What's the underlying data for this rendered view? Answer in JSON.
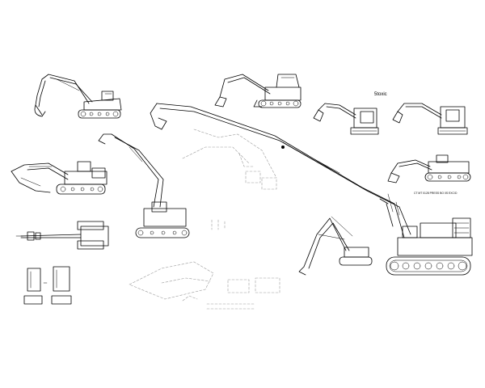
{
  "drawing": {
    "labels": {
      "model_label": "5toxic",
      "caption": "CT MT 0128 PRESS BO 0S EXC/D"
    },
    "ink_color": "#000000",
    "paper_color": "#ffffff",
    "drawing_count": 15
  }
}
